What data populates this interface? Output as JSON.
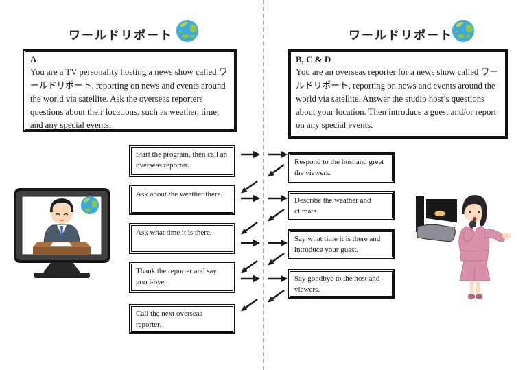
{
  "left": {
    "title": "ワールドリポート",
    "role_heading": "A",
    "role_body": "You are a TV personality hosting a news show called ワールドリポート, reporting on news and events around the world via satellite. Ask the overseas reporters questions about their locations, such as weather, time, and any special events.",
    "steps": [
      "Start the program, then call an overseas reporter.",
      "Ask about the weather there.",
      "Ask what time it is there.",
      "Thank the reporter and say good-bye.",
      "Call the next overseas reporter."
    ]
  },
  "right": {
    "title": "ワールドリポート",
    "role_heading": "B, C & D",
    "role_body": "You are an overseas reporter for a news show called ワールドリポート, reporting on news and events around the world via satellite. Answer the studio host’s questions about your location. Then introduce a guest and/or report on any special events.",
    "steps": [
      "Respond to the host and greet the viewers.",
      "Describe the weather and climate.",
      "Say what time it is there and introduce your guest.",
      "Say goodbye to the host and viewers."
    ]
  },
  "icons": {
    "globe": "globe-icon",
    "arrow_right": "arrow-right-icon",
    "arrow_down_left": "arrow-down-left-icon",
    "tv_anchor": "tv-news-anchor-illustration",
    "reporter": "camera-reporter-illustration"
  },
  "colors": {
    "box_border": "#111111",
    "divider_dash": "#a9a9a9",
    "arrow": "#1a1a1a",
    "globe_ocean": "#3fa9dc",
    "globe_land": "#8dc63f",
    "suit_navy": "#4b5b6b",
    "reporter_pink": "#d990a9"
  }
}
